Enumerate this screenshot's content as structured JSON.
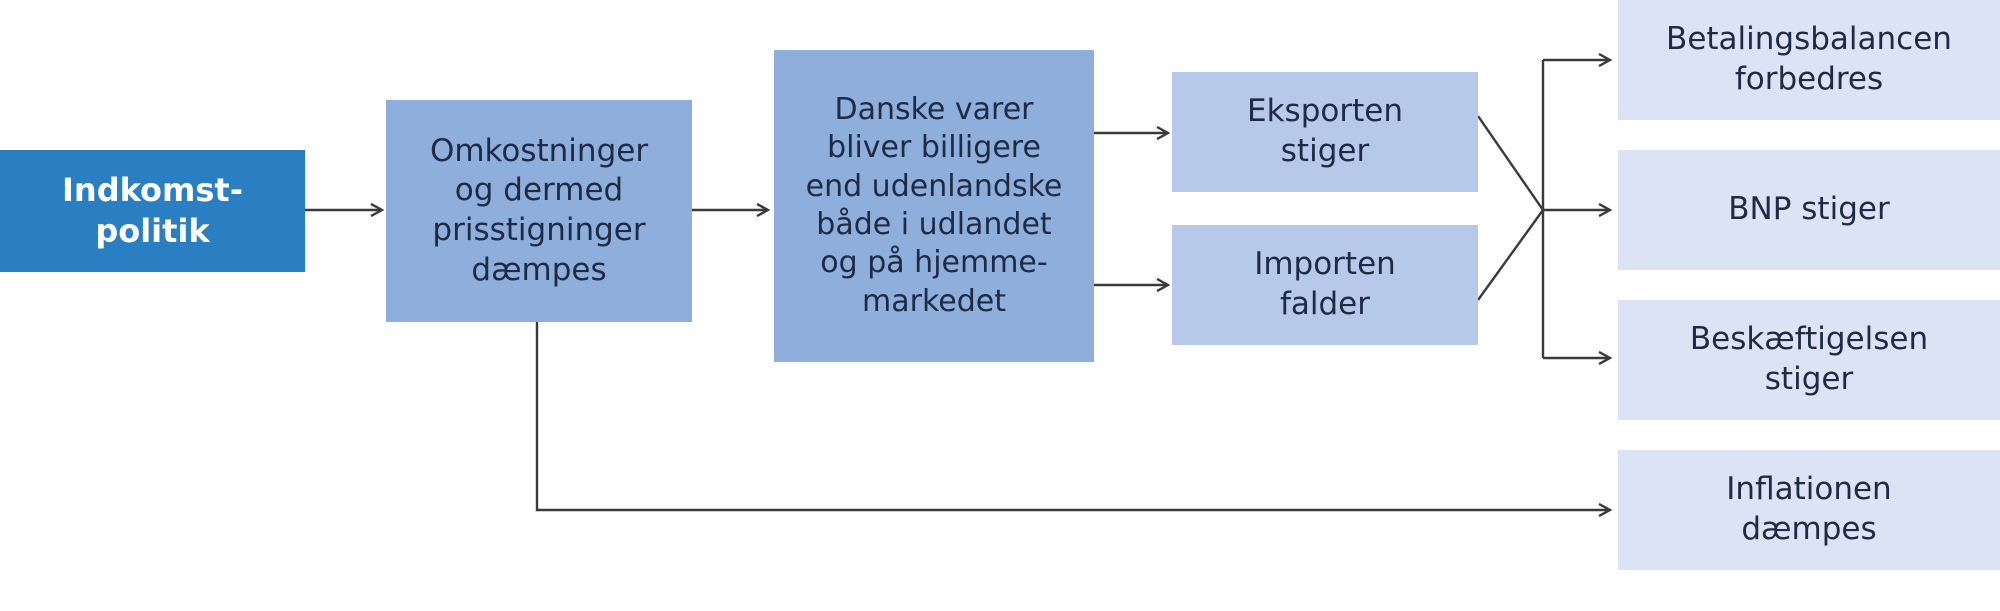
{
  "nodes": {
    "income_policy": "Indkomst-\npolitik",
    "costs": "Omkostninger\nog dermed\nprisstigninger\ndæmpes",
    "danish_goods": "Danske varer\nbliver billigere\nend udenlandske\nbåde i udlandet\nog på hjemme-\nmarkedet",
    "exports": "Eksporten\nstiger",
    "imports": "Importen\nfalder",
    "balance": "Betalingsbalancen\nforbedres",
    "gdp": "BNP stiger",
    "employment": "Beskæftigelsen\nstiger",
    "inflation": "Inflationen\ndæmpes"
  },
  "colors": {
    "dark": "#2a7fc3",
    "mid": "#8eaedb",
    "light": "#b7c9ea",
    "pale": "#dbe3f4",
    "line": "#3a3a3a"
  }
}
